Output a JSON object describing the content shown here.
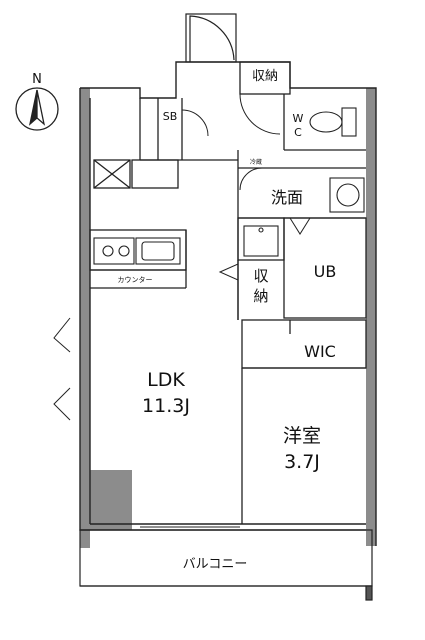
{
  "compass": {
    "north": "N"
  },
  "rooms": {
    "ldk_name": "LDK",
    "ldk_size": "11.3J",
    "bed_name": "洋室",
    "bed_size": "3.7J",
    "ub": "UB",
    "wic": "WIC",
    "washroom": "洗面",
    "storage_top": "収納",
    "storage_mid": "収納",
    "sb": "SB",
    "wc": "WC",
    "counter": "カウンター",
    "balcony": "バルコニー",
    "refrigerator_mark": "冷蔵"
  }
}
